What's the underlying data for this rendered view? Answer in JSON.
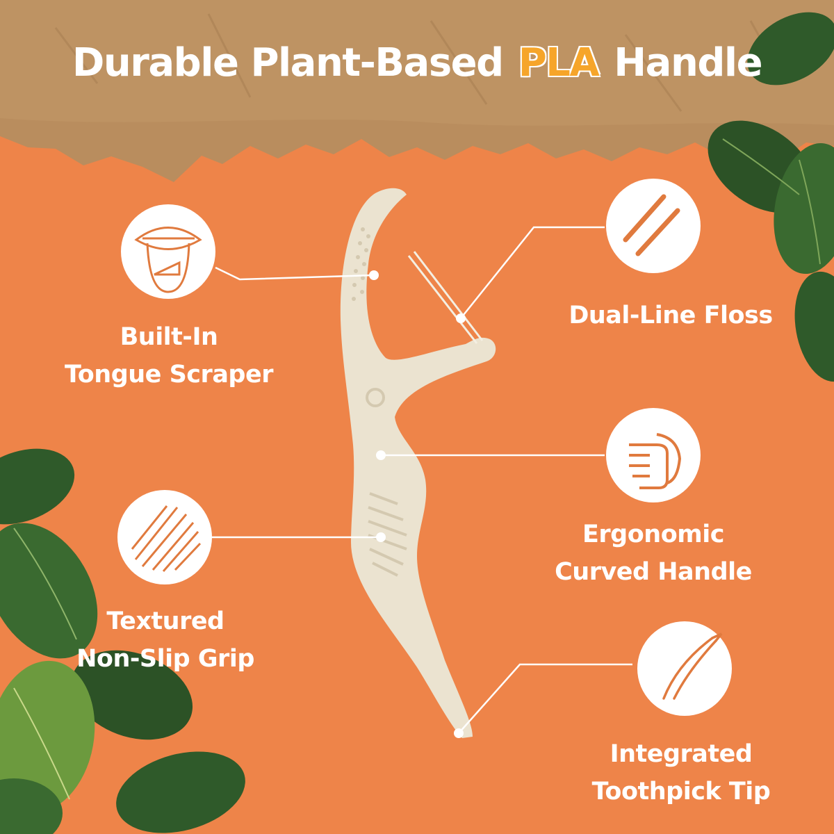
{
  "headline": {
    "prefix": "Durable Plant-Based ",
    "highlight": "PLA",
    "suffix": " Handle"
  },
  "features": [
    {
      "line1": "Built-In",
      "line2": "Tongue Scraper",
      "icon": "tongue-scraper-icon"
    },
    {
      "line1": "Dual-Line Floss",
      "line2": "",
      "icon": "dual-line-floss-icon"
    },
    {
      "line1": "Ergonomic",
      "line2": "Curved Handle",
      "icon": "hand-grip-icon"
    },
    {
      "line1": "Textured",
      "line2": "Non-Slip Grip",
      "icon": "texture-lines-icon"
    },
    {
      "line1": "Integrated",
      "line2": "Toothpick Tip",
      "icon": "toothpick-tip-icon"
    }
  ],
  "colors": {
    "background": "#ee8449",
    "kraft_paper": "#b98d5e",
    "highlight": "#f6a52a",
    "pick_body": "#ebe3d0",
    "leaf_dark": "#2f5a2a",
    "leaf_light": "#6c9a3e",
    "text": "#ffffff"
  }
}
